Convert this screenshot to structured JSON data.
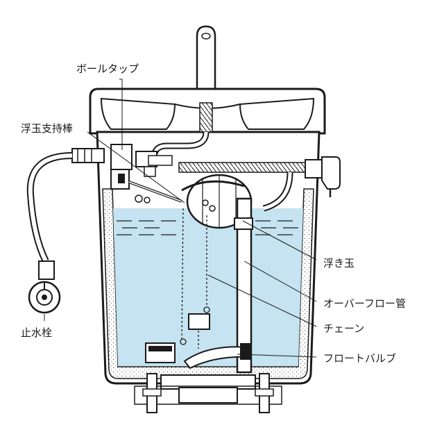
{
  "labels": {
    "ball_tap": "ボールタップ",
    "float_arm": "浮玉支持棒",
    "float_ball": "浮き玉",
    "overflow_pipe": "オーバーフロー管",
    "chain": "チェーン",
    "flapper_valve": "フロートバルブ",
    "stop_valve": "止水栓"
  },
  "colors": {
    "water": "#c5e3f0",
    "outline": "#1a1a1a",
    "insulation": "#ffffff",
    "lid": "#ffffff"
  }
}
